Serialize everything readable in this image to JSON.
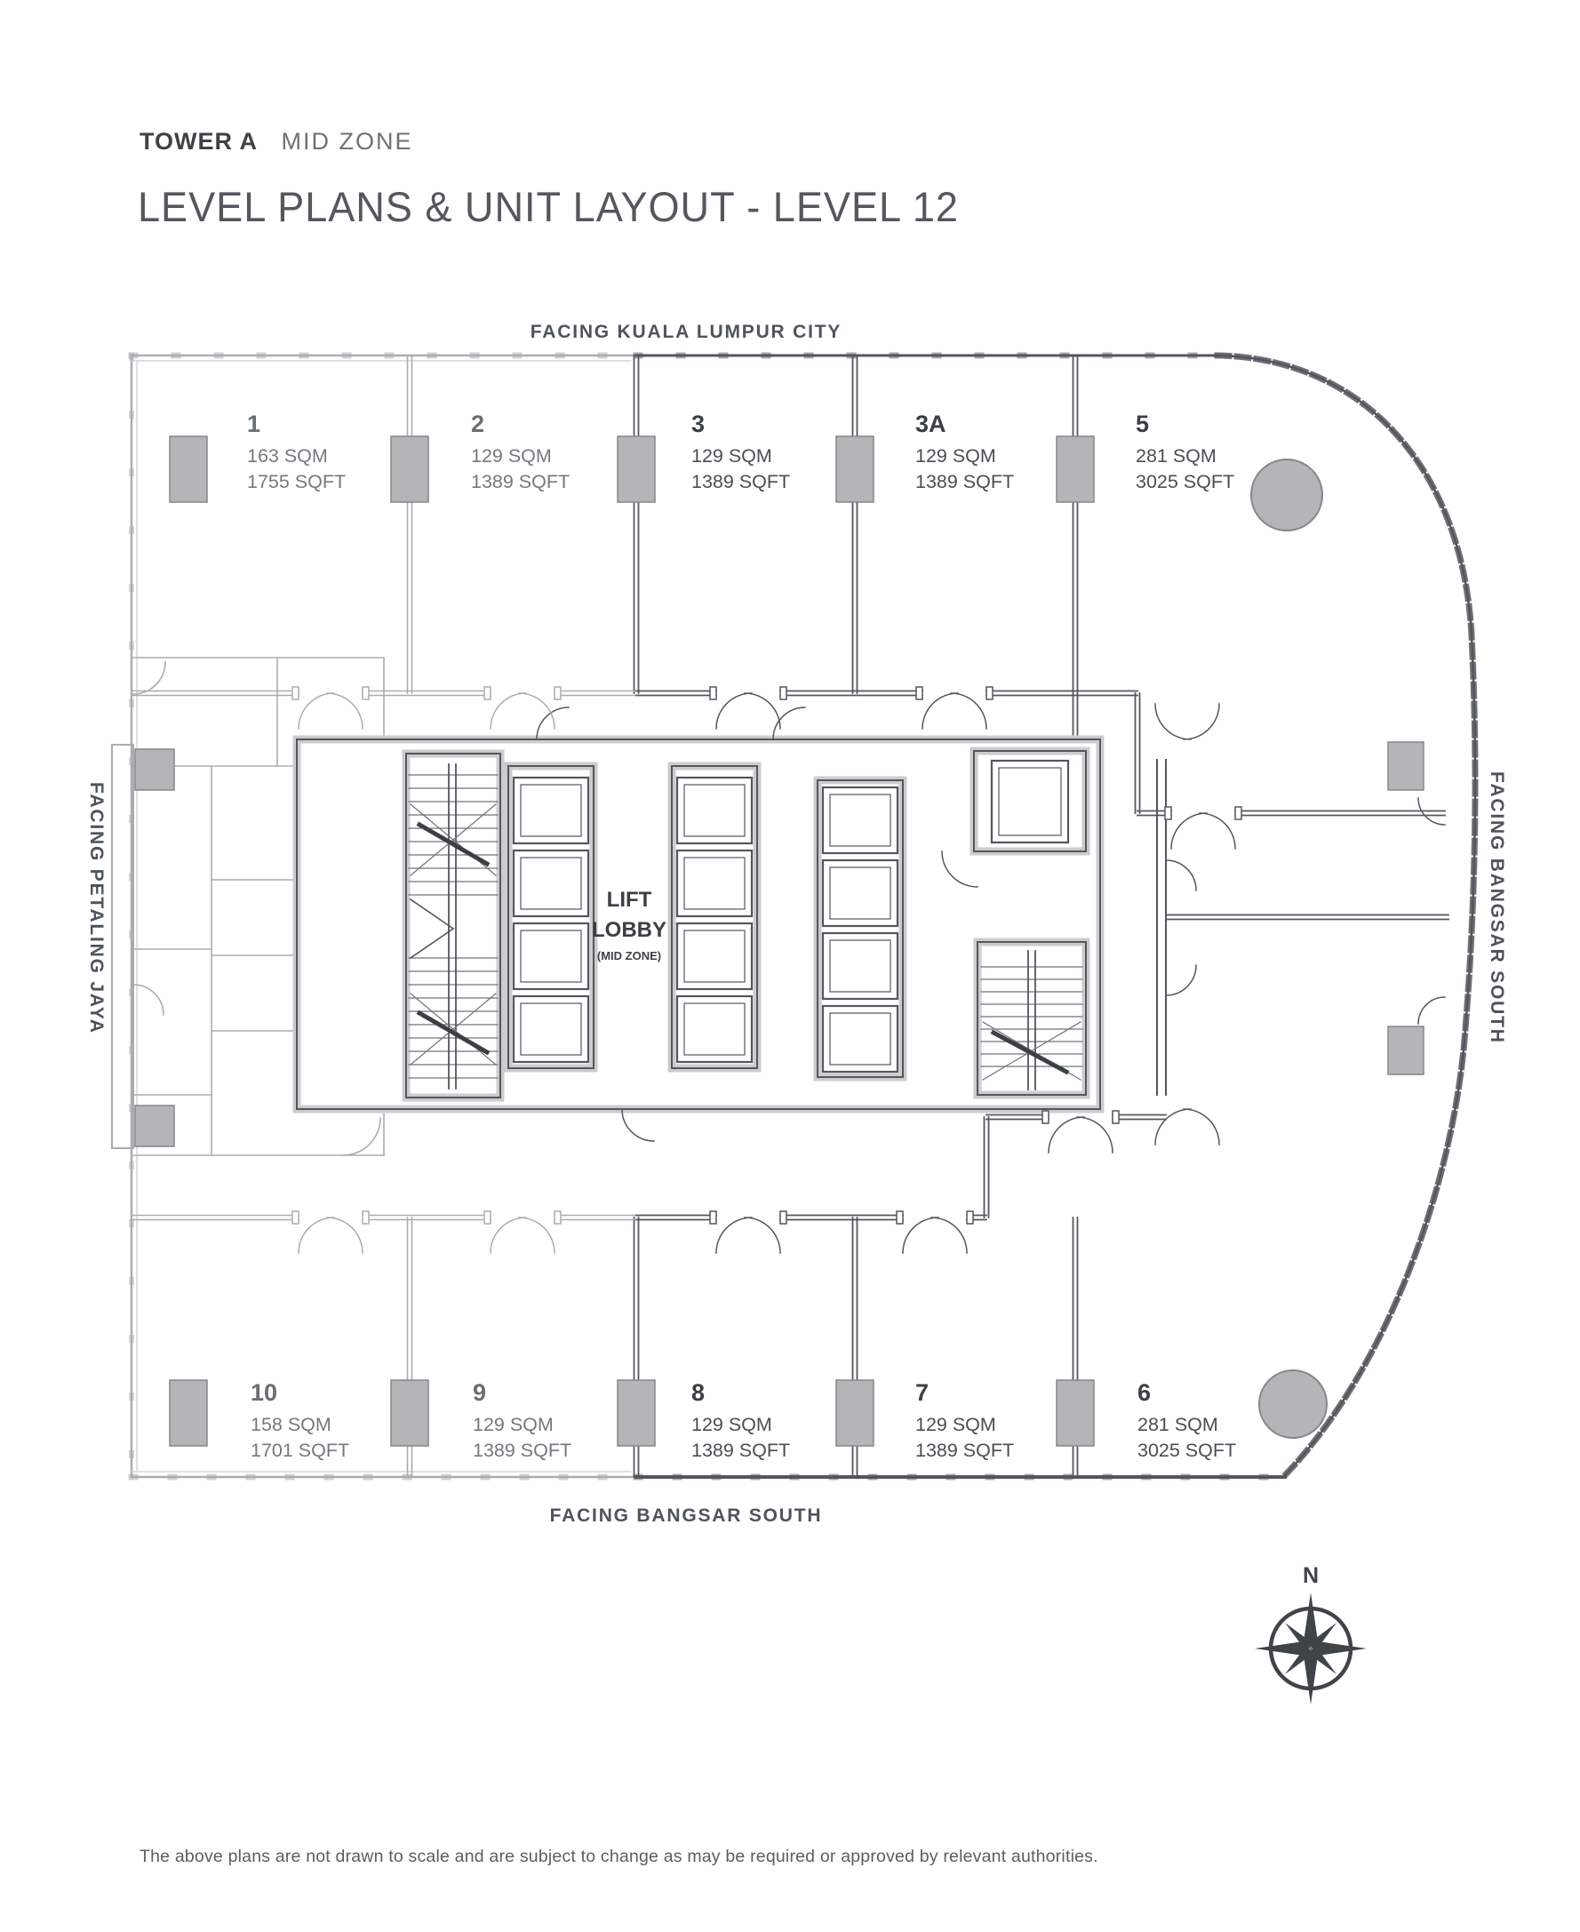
{
  "header": {
    "tower": "TOWER A",
    "zone": "MID ZONE",
    "title": "LEVEL PLANS & UNIT LAYOUT - LEVEL 12"
  },
  "facing": {
    "top": "FACING KUALA LUMPUR CITY",
    "left": "FACING PETALING JAYA",
    "right": "FACING BANGSAR SOUTH",
    "bottom": "FACING BANGSAR SOUTH"
  },
  "lift_lobby": {
    "line1": "LIFT",
    "line2": "LOBBY",
    "line3": "(MID ZONE)"
  },
  "units": [
    {
      "number": "1",
      "sqm": "163 SQM",
      "sqft": "1755 SQFT",
      "zone": "light"
    },
    {
      "number": "2",
      "sqm": "129 SQM",
      "sqft": "1389 SQFT",
      "zone": "light"
    },
    {
      "number": "3",
      "sqm": "129 SQM",
      "sqft": "1389 SQFT",
      "zone": "dark"
    },
    {
      "number": "3A",
      "sqm": "129 SQM",
      "sqft": "1389 SQFT",
      "zone": "dark"
    },
    {
      "number": "5",
      "sqm": "281 SQM",
      "sqft": "3025 SQFT",
      "zone": "dark"
    },
    {
      "number": "10",
      "sqm": "158 SQM",
      "sqft": "1701 SQFT",
      "zone": "light"
    },
    {
      "number": "9",
      "sqm": "129 SQM",
      "sqft": "1389 SQFT",
      "zone": "light"
    },
    {
      "number": "8",
      "sqm": "129 SQM",
      "sqft": "1389 SQFT",
      "zone": "dark"
    },
    {
      "number": "7",
      "sqm": "129 SQM",
      "sqft": "1389 SQFT",
      "zone": "dark"
    },
    {
      "number": "6",
      "sqm": "281 SQM",
      "sqft": "3025 SQFT",
      "zone": "dark"
    }
  ],
  "compass": {
    "north_label": "N"
  },
  "footer": {
    "disclaimer": "The above plans are not drawn to scale and are subject to change as may be required or approved by relevant authorities."
  },
  "colors": {
    "line_light": "#a9adb0",
    "line_dark": "#53575c",
    "column_fill": "#b4b5b7",
    "wall_poche": "#cbccce",
    "text_dark": "#3b4044",
    "text_light": "#696e72"
  }
}
